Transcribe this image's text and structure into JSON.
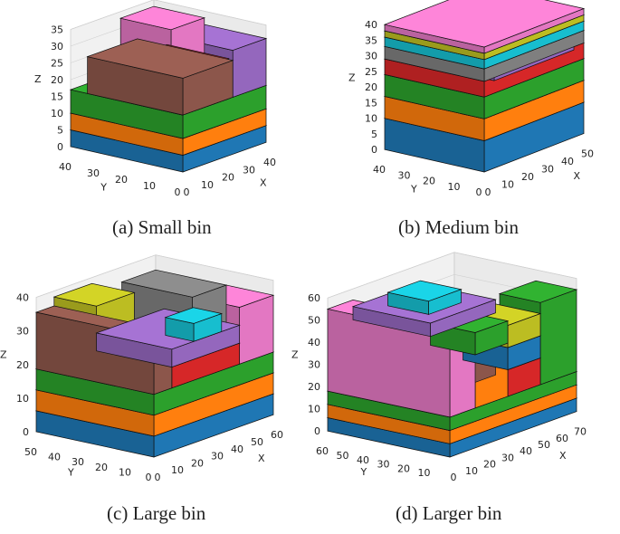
{
  "colors": {
    "blue": "#1f77b4",
    "orange": "#ff7f0e",
    "green": "#2ca02c",
    "red": "#d62728",
    "purple": "#9467bd",
    "brown": "#8c564b",
    "pink": "#e377c2",
    "gray": "#7f7f7f",
    "olive": "#bcbd22",
    "cyan": "#17becf"
  },
  "chart_data": [
    {
      "type": "3d-bin-packing",
      "caption_label": "(a)",
      "caption_text": "Small bin",
      "xlabel": "X",
      "ylabel": "Y",
      "zlabel": "Z",
      "xticks": [
        "0",
        "10",
        "20",
        "30",
        "40"
      ],
      "yticks": [
        "0",
        "10",
        "20",
        "30",
        "40"
      ],
      "zticks": [
        "0",
        "5",
        "10",
        "15",
        "20",
        "25",
        "30",
        "35"
      ],
      "xlim": [
        0,
        40
      ],
      "ylim": [
        0,
        40
      ],
      "zlim": [
        0,
        35
      ],
      "boxes": [
        {
          "x": [
            0,
            40
          ],
          "y": [
            0,
            40
          ],
          "z": [
            0,
            5
          ],
          "c": "blue"
        },
        {
          "x": [
            0,
            40
          ],
          "y": [
            0,
            40
          ],
          "z": [
            5,
            10
          ],
          "c": "orange"
        },
        {
          "x": [
            0,
            40
          ],
          "y": [
            0,
            40
          ],
          "z": [
            10,
            17
          ],
          "c": "green"
        },
        {
          "x": [
            0,
            24
          ],
          "y": [
            0,
            34
          ],
          "z": [
            17,
            28
          ],
          "c": "brown"
        },
        {
          "x": [
            24,
            40
          ],
          "y": [
            0,
            22
          ],
          "z": [
            17,
            31
          ],
          "c": "purple"
        },
        {
          "x": [
            24,
            40
          ],
          "y": [
            22,
            40
          ],
          "z": [
            17,
            33
          ],
          "c": "pink"
        },
        {
          "x": [
            0,
            22
          ],
          "y": [
            0,
            22
          ],
          "z": [
            17,
            29
          ],
          "c": "red"
        }
      ]
    },
    {
      "type": "3d-bin-packing",
      "caption_label": "(b)",
      "caption_text": "Medium bin",
      "xlabel": "X",
      "ylabel": "Y",
      "zlabel": "Z",
      "xticks": [
        "0",
        "10",
        "20",
        "30",
        "40",
        "50"
      ],
      "yticks": [
        "0",
        "10",
        "20",
        "30",
        "40"
      ],
      "zticks": [
        "0",
        "5",
        "10",
        "15",
        "20",
        "25",
        "30",
        "35",
        "40"
      ],
      "xlim": [
        0,
        50
      ],
      "ylim": [
        0,
        40
      ],
      "zlim": [
        0,
        40
      ],
      "boxes": [
        {
          "x": [
            0,
            50
          ],
          "y": [
            0,
            40
          ],
          "z": [
            0,
            10
          ],
          "c": "blue"
        },
        {
          "x": [
            0,
            50
          ],
          "y": [
            0,
            40
          ],
          "z": [
            10,
            17
          ],
          "c": "orange"
        },
        {
          "x": [
            0,
            50
          ],
          "y": [
            0,
            40
          ],
          "z": [
            17,
            24
          ],
          "c": "green"
        },
        {
          "x": [
            0,
            50
          ],
          "y": [
            0,
            40
          ],
          "z": [
            24,
            29
          ],
          "c": "red"
        },
        {
          "x": [
            0,
            50
          ],
          "y": [
            0,
            40
          ],
          "z": [
            29,
            33
          ],
          "c": "gray"
        },
        {
          "x": [
            0,
            50
          ],
          "y": [
            0,
            40
          ],
          "z": [
            33,
            36
          ],
          "c": "cyan"
        },
        {
          "x": [
            0,
            50
          ],
          "y": [
            0,
            40
          ],
          "z": [
            36,
            38
          ],
          "c": "olive"
        },
        {
          "x": [
            0,
            50
          ],
          "y": [
            0,
            40
          ],
          "z": [
            38,
            40
          ],
          "c": "pink"
        },
        {
          "x": [
            5,
            45
          ],
          "y": [
            0,
            34
          ],
          "z": [
            17,
            28
          ],
          "c": "red"
        },
        {
          "x": [
            5,
            45
          ],
          "y": [
            0,
            34
          ],
          "z": [
            28,
            40
          ],
          "c": "purple"
        }
      ]
    },
    {
      "type": "3d-bin-packing",
      "caption_label": "(c)",
      "caption_text": "Large bin",
      "xlabel": "X",
      "ylabel": "Y",
      "zlabel": "Z",
      "xticks": [
        "0",
        "10",
        "20",
        "30",
        "40",
        "50",
        "60"
      ],
      "yticks": [
        "0",
        "10",
        "20",
        "30",
        "40",
        "50"
      ],
      "zticks": [
        "0",
        "10",
        "20",
        "30",
        "40"
      ],
      "xlim": [
        0,
        60
      ],
      "ylim": [
        0,
        50
      ],
      "zlim": [
        0,
        45
      ],
      "boxes": [
        {
          "x": [
            0,
            60
          ],
          "y": [
            0,
            50
          ],
          "z": [
            0,
            7
          ],
          "c": "blue"
        },
        {
          "x": [
            0,
            60
          ],
          "y": [
            0,
            50
          ],
          "z": [
            7,
            14
          ],
          "c": "orange"
        },
        {
          "x": [
            0,
            60
          ],
          "y": [
            0,
            50
          ],
          "z": [
            14,
            21
          ],
          "c": "green"
        },
        {
          "x": [
            0,
            9
          ],
          "y": [
            0,
            50
          ],
          "z": [
            21,
            40
          ],
          "c": "brown"
        },
        {
          "x": [
            43,
            60
          ],
          "y": [
            0,
            20
          ],
          "z": [
            21,
            40
          ],
          "c": "pink"
        },
        {
          "x": [
            9,
            43
          ],
          "y": [
            0,
            32
          ],
          "z": [
            21,
            28
          ],
          "c": "red"
        },
        {
          "x": [
            9,
            43
          ],
          "y": [
            0,
            32
          ],
          "z": [
            28,
            34
          ],
          "c": "purple"
        },
        {
          "x": [
            20,
            34
          ],
          "y": [
            0,
            12
          ],
          "z": [
            34,
            40
          ],
          "c": "cyan"
        },
        {
          "x": [
            9,
            28
          ],
          "y": [
            32,
            50
          ],
          "z": [
            21,
            43
          ],
          "c": "olive"
        },
        {
          "x": [
            43,
            60
          ],
          "y": [
            20,
            50
          ],
          "z": [
            21,
            40
          ],
          "c": "gray"
        }
      ]
    },
    {
      "type": "3d-bin-packing",
      "caption_label": "(d)",
      "caption_text": "Larger bin",
      "xlabel": "X",
      "ylabel": "Y",
      "zlabel": "Z",
      "xticks": [
        "0",
        "10",
        "20",
        "30",
        "40",
        "50",
        "60",
        "70"
      ],
      "yticks": [
        "10",
        "20",
        "30",
        "40",
        "50",
        "60"
      ],
      "zticks": [
        "0",
        "10",
        "20",
        "30",
        "40",
        "50",
        "60"
      ],
      "xlim": [
        0,
        70
      ],
      "ylim": [
        0,
        60
      ],
      "zlim": [
        0,
        60
      ],
      "boxes": [
        {
          "x": [
            0,
            70
          ],
          "y": [
            0,
            60
          ],
          "z": [
            0,
            6
          ],
          "c": "blue"
        },
        {
          "x": [
            0,
            70
          ],
          "y": [
            0,
            60
          ],
          "z": [
            6,
            12
          ],
          "c": "orange"
        },
        {
          "x": [
            0,
            70
          ],
          "y": [
            0,
            60
          ],
          "z": [
            12,
            18
          ],
          "c": "green"
        },
        {
          "x": [
            0,
            14
          ],
          "y": [
            0,
            60
          ],
          "z": [
            18,
            55
          ],
          "c": "pink"
        },
        {
          "x": [
            50,
            70
          ],
          "y": [
            0,
            20
          ],
          "z": [
            18,
            55
          ],
          "c": "green"
        },
        {
          "x": [
            14,
            32
          ],
          "y": [
            0,
            22
          ],
          "z": [
            18,
            42
          ],
          "c": "orange"
        },
        {
          "x": [
            14,
            32
          ],
          "y": [
            0,
            22
          ],
          "z": [
            42,
            52
          ],
          "c": "green"
        },
        {
          "x": [
            32,
            50
          ],
          "y": [
            0,
            22
          ],
          "z": [
            18,
            30
          ],
          "c": "red"
        },
        {
          "x": [
            32,
            50
          ],
          "y": [
            0,
            22
          ],
          "z": [
            30,
            40
          ],
          "c": "blue"
        },
        {
          "x": [
            32,
            50
          ],
          "y": [
            0,
            22
          ],
          "z": [
            40,
            50
          ],
          "c": "olive"
        },
        {
          "x": [
            14,
            50
          ],
          "y": [
            22,
            60
          ],
          "z": [
            18,
            46
          ],
          "c": "brown"
        },
        {
          "x": [
            14,
            50
          ],
          "y": [
            22,
            60
          ],
          "z": [
            46,
            52
          ],
          "c": "purple"
        },
        {
          "x": [
            22,
            40
          ],
          "y": [
            30,
            50
          ],
          "z": [
            52,
            58
          ],
          "c": "cyan"
        }
      ]
    }
  ]
}
